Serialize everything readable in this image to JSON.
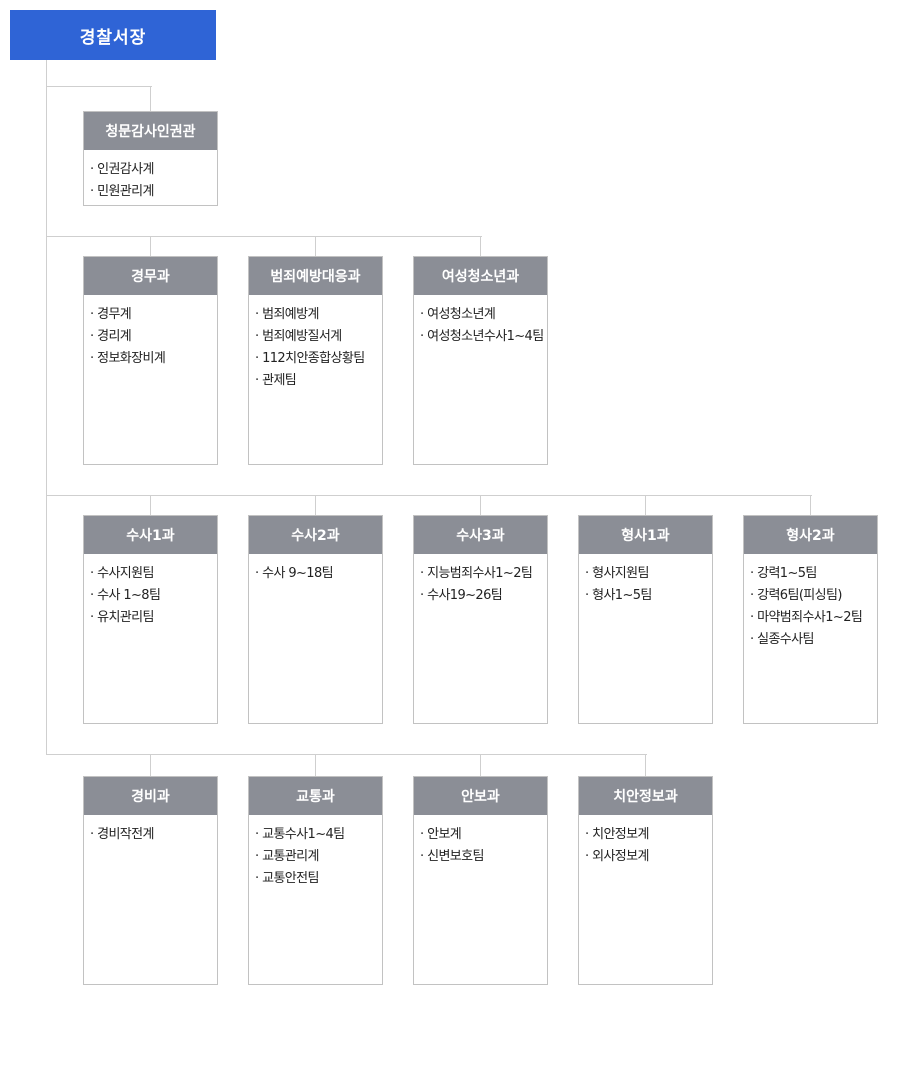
{
  "root": {
    "label": "경찰서장"
  },
  "rows": [
    [
      {
        "id": "cheongmun",
        "title": "청문감사인권관",
        "items": [
          "인권감사계",
          "민원관리계"
        ]
      }
    ],
    [
      {
        "id": "gyeongmu",
        "title": "경무과",
        "items": [
          "경무계",
          "경리계",
          "정보화장비계"
        ]
      },
      {
        "id": "crime-prevention",
        "title": "범죄예방대응과",
        "items": [
          "범죄예방계",
          "범죄예방질서계",
          "112치안종합상황팀",
          "관제팀"
        ]
      },
      {
        "id": "women-youth",
        "title": "여성청소년과",
        "items": [
          "여성청소년계",
          "여성청소년수사1~4팀"
        ]
      }
    ],
    [
      {
        "id": "investigation1",
        "title": "수사1과",
        "items": [
          "수사지원팀",
          "수사 1~8팀",
          "유치관리팀"
        ]
      },
      {
        "id": "investigation2",
        "title": "수사2과",
        "items": [
          "수사 9~18팀"
        ]
      },
      {
        "id": "investigation3",
        "title": "수사3과",
        "items": [
          "지능범죄수사1~2팀",
          "수사19~26팀"
        ]
      },
      {
        "id": "criminal1",
        "title": "형사1과",
        "items": [
          "형사지원팀",
          "형사1~5팀"
        ]
      },
      {
        "id": "criminal2",
        "title": "형사2과",
        "items": [
          "강력1~5팀",
          "강력6팀(피싱팀)",
          "마약범죄수사1~2팀",
          "실종수사팀"
        ]
      }
    ],
    [
      {
        "id": "security",
        "title": "경비과",
        "items": [
          "경비작전계"
        ]
      },
      {
        "id": "traffic",
        "title": "교통과",
        "items": [
          "교통수사1~4팀",
          "교통관리계",
          "교통안전팀"
        ]
      },
      {
        "id": "national-security",
        "title": "안보과",
        "items": [
          "안보계",
          "신변보호팀"
        ]
      },
      {
        "id": "public-safety-info",
        "title": "치안정보과",
        "items": [
          "치안정보계",
          "외사정보계"
        ]
      }
    ]
  ]
}
